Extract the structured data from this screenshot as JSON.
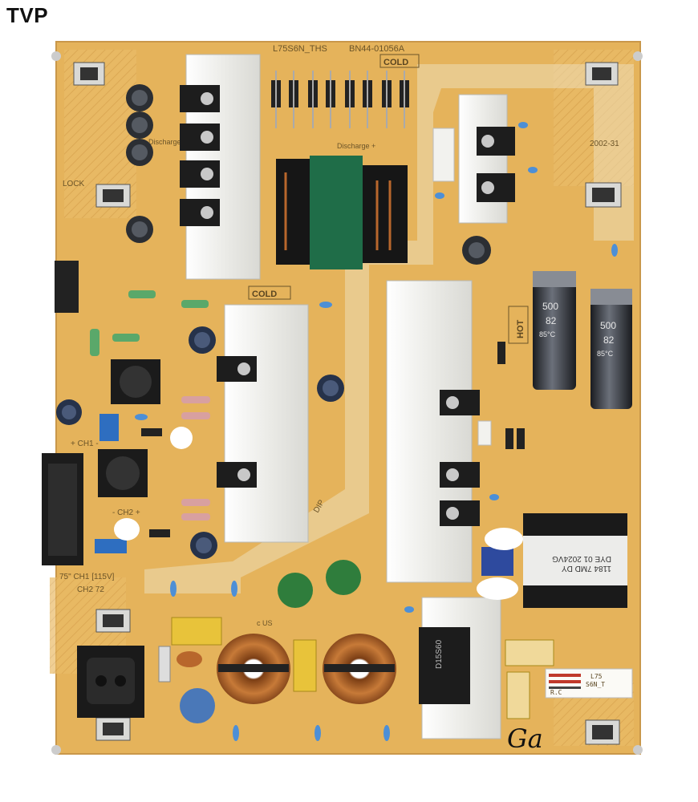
{
  "watermark": "TVP",
  "board": {
    "model_label": "L75S6N_THS",
    "part_number": "BN44-01056A",
    "top_zone_label": "COLD",
    "mid_zone_label": "COLD",
    "hot_zone_label": "HOT",
    "lock_label": "LOCK",
    "output_channel_1": "+ CH1 -",
    "output_channel_2": "- CH2 +",
    "size_note": "75\" CH1 [115V]",
    "size_note_2": "CH2 72",
    "discharge_labels": [
      "Discharge -",
      "Discharge +"
    ],
    "dip_label": "DIP",
    "sticker_lines": [
      "L75",
      "S6N_T",
      "R.C"
    ],
    "date_code": "2002-31",
    "transformer_label": "DYE 01 2024VG",
    "transformer_label_2": "1184 7MD DY",
    "capacitor_rating": "500",
    "capacitor_rating_2": "82",
    "capacitor_temp": "85°C",
    "bridge_label": "D15S60",
    "handwritten_note": "Ga",
    "safety_cert": "c US"
  },
  "colors": {
    "pcb": "#e6b45c",
    "pcb_dark": "#c99845",
    "heatsink": "#f3f3f0",
    "copper": "#b8672c",
    "electrolytic": "#2c2f36",
    "green_core": "#1f6d48"
  }
}
